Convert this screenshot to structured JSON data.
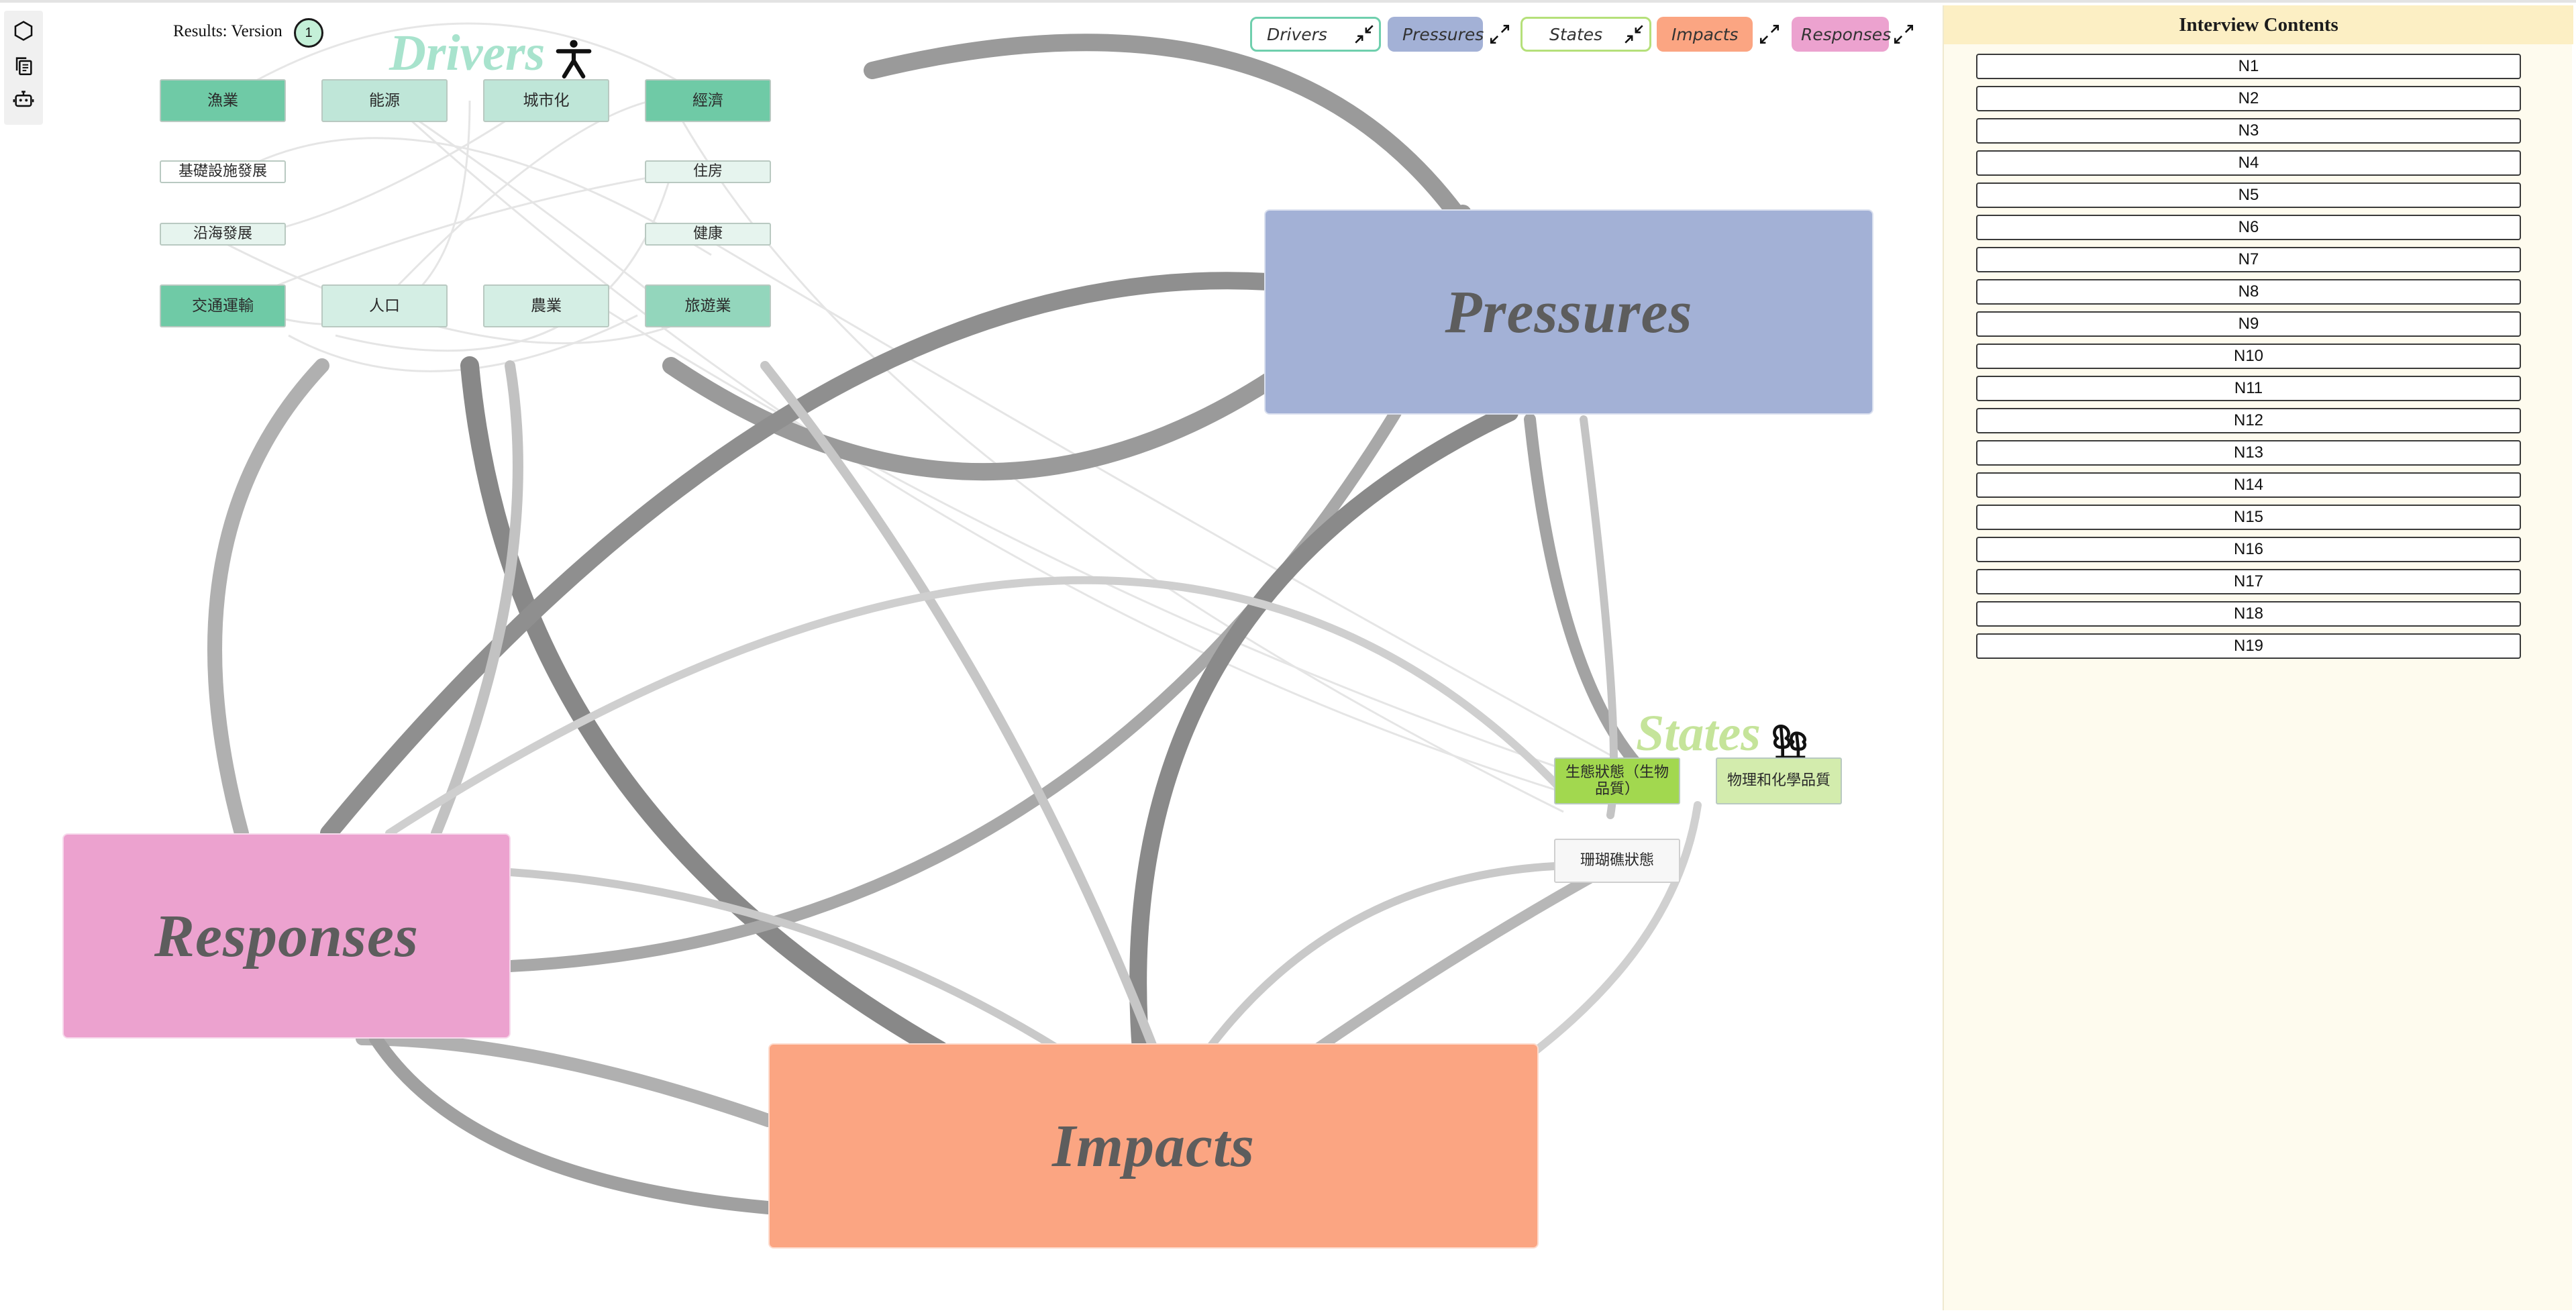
{
  "results": {
    "label": "Results: Version",
    "version": "1"
  },
  "toolbar": {
    "icons": [
      "hexagon-icon",
      "copy-icon",
      "robot-icon"
    ]
  },
  "legend": {
    "items": [
      {
        "label": "Drivers",
        "color": "#ffffff",
        "border": "#6fcfad"
      },
      {
        "label": "Pressures",
        "color": "#a3b1d6",
        "border": "#a3b1d6"
      },
      {
        "label": "States",
        "color": "#ffffff",
        "border": "#b5e07a"
      },
      {
        "label": "Impacts",
        "color": "#fba582",
        "border": "#fba582"
      },
      {
        "label": "Responses",
        "color": "#eca2cf",
        "border": "#eca2cf"
      }
    ]
  },
  "groups": {
    "drivers": {
      "title": "Drivers",
      "color": "#a8e3cd",
      "icon": "person-icon",
      "nodes": [
        {
          "label": "漁業",
          "fill": "#6fcaa6"
        },
        {
          "label": "能源",
          "fill": "#bfe6d8"
        },
        {
          "label": "城市化",
          "fill": "#bfe6d8"
        },
        {
          "label": "經濟",
          "fill": "#6fcaa6"
        },
        {
          "label": "基礎設施發展",
          "fill": "#ffffff"
        },
        {
          "label": "住房",
          "fill": "#e6f4ee"
        },
        {
          "label": "沿海發展",
          "fill": "#e6f4ee"
        },
        {
          "label": "健康",
          "fill": "#e6f4ee"
        },
        {
          "label": "交通運輸",
          "fill": "#6fcaa6"
        },
        {
          "label": "人口",
          "fill": "#d4eee4"
        },
        {
          "label": "農業",
          "fill": "#d4eee4"
        },
        {
          "label": "旅遊業",
          "fill": "#93d6bc"
        }
      ]
    },
    "pressures": {
      "title": "Pressures",
      "color": "#a3b1d6"
    },
    "states": {
      "title": "States",
      "color": "#c5e49a",
      "icon": "tree-icon",
      "nodes": [
        {
          "label": "生態狀態（生物品質）",
          "fill": "#a2d84f"
        },
        {
          "label": "物理和化學品質",
          "fill": "#d3ecad"
        },
        {
          "label": "珊瑚礁狀態",
          "fill": "#f7f7f7"
        }
      ]
    },
    "impacts": {
      "title": "Impacts",
      "color": "#fba582"
    },
    "responses": {
      "title": "Responses",
      "color": "#eca2cf"
    }
  },
  "panel": {
    "title": "Interview Contents",
    "items": [
      "N1",
      "N2",
      "N3",
      "N4",
      "N5",
      "N6",
      "N7",
      "N8",
      "N9",
      "N10",
      "N11",
      "N12",
      "N13",
      "N14",
      "N15",
      "N16",
      "N17",
      "N18",
      "N19"
    ]
  }
}
